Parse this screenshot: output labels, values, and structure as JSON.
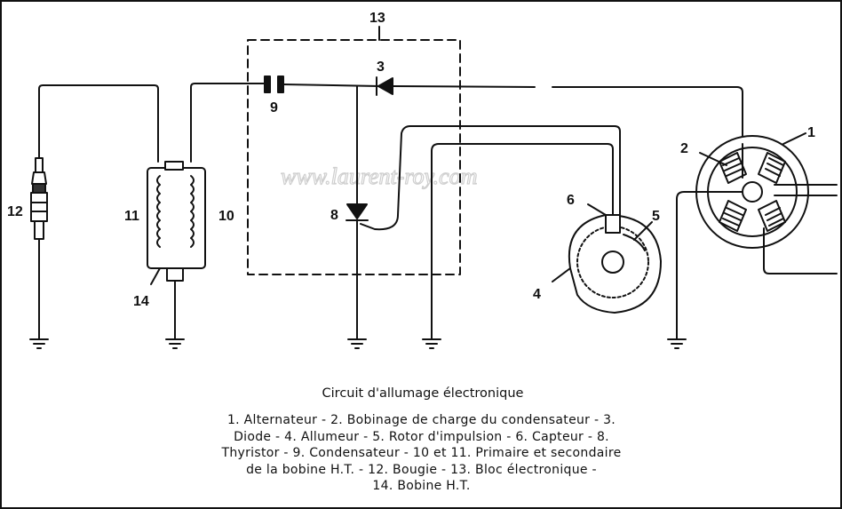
{
  "watermark": "www.laurent-roy.com",
  "labels": {
    "alternator": "1",
    "charge_winding": "2",
    "diode": "3",
    "distributor": "4",
    "impulse_rotor": "5",
    "pickup": "6",
    "thyristor": "8",
    "capacitor": "9",
    "primary": "10",
    "secondary": "11",
    "spark_plug": "12",
    "electronic_block": "13",
    "ignition_coil": "14"
  },
  "caption": {
    "title": "Circuit d'allumage électronique",
    "lines": [
      "1. Alternateur - 2. Bobinage de charge du condensateur - 3.",
      "Diode - 4. Allumeur - 5. Rotor d'impulsion - 6. Capteur - 8.",
      "Thyristor - 9. Condensateur - 10 et 11. Primaire et secondaire",
      "de la bobine H.T. - 12. Bougie - 13. Bloc électronique -",
      "14. Bobine H.T."
    ]
  }
}
